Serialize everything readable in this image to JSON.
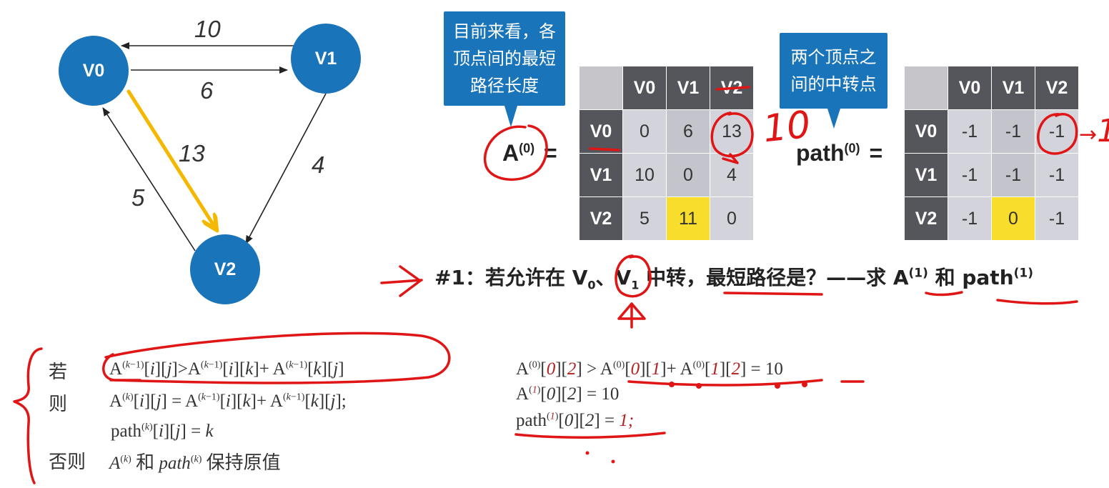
{
  "graph": {
    "nodes": {
      "v0": "V0",
      "v1": "V1",
      "v2": "V2"
    },
    "edges": {
      "v1_to_v0": "10",
      "v0_to_v1": "6",
      "v0_to_v2": "13",
      "v1_to_v2": "4",
      "v2_to_v0": "5"
    }
  },
  "callouts": {
    "left": [
      "目前来看，各",
      "顶点间的最短",
      "路径长度"
    ],
    "right": [
      "两个顶点之",
      "间的中转点"
    ]
  },
  "matrix_a": {
    "label_base": "A",
    "label_sup": "(0)",
    "equals": "=",
    "headers": [
      "V0",
      "V1",
      "V2"
    ],
    "rows": [
      {
        "head": "V0",
        "cells": [
          "0",
          "6",
          "13"
        ]
      },
      {
        "head": "V1",
        "cells": [
          "10",
          "0",
          "4"
        ]
      },
      {
        "head": "V2",
        "cells": [
          "5",
          "11",
          "0"
        ]
      }
    ]
  },
  "matrix_path": {
    "label_base": "path",
    "label_sup": "(0)",
    "equals": "=",
    "headers": [
      "V0",
      "V1",
      "V2"
    ],
    "rows": [
      {
        "head": "V0",
        "cells": [
          "-1",
          "-1",
          "-1"
        ]
      },
      {
        "head": "V1",
        "cells": [
          "-1",
          "-1",
          "-1"
        ]
      },
      {
        "head": "V2",
        "cells": [
          "-1",
          "0",
          "-1"
        ]
      }
    ]
  },
  "question": {
    "prefix": "#1：若允许在 V",
    "sub0": "0",
    "sep": "、V",
    "sub1": "1",
    "mid": " 中转，最短路径是？——求 A",
    "sup1": "(1)",
    "and": " 和 path",
    "sup2": "(1)"
  },
  "rule": {
    "if_label": "若",
    "then_label": "则",
    "else_label": "否则",
    "else_text": "保持原值",
    "and_word": "和"
  },
  "annotations": {
    "hand_10": "10",
    "hand_1": "1"
  },
  "colors": {
    "node_blue": "#1a74b9",
    "header_gray": "#55565b",
    "cell_gray": "#d3d3db",
    "highlight_yellow": "#f9dd2c",
    "ink_red": "#e01515",
    "arrow_orange": "#f5b800"
  }
}
